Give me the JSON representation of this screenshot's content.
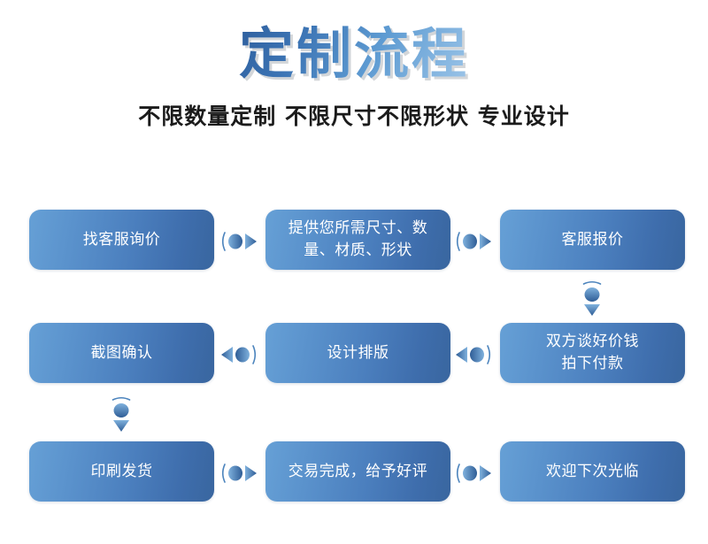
{
  "header": {
    "title": "定制流程",
    "subtitle": "不限数量定制 不限尺寸不限形状 专业设计"
  },
  "colors": {
    "title_gradient_dark": "#2e5f9e",
    "title_gradient_light": "#9cc4e8",
    "node_gradient_light": "#66a0d6",
    "node_gradient_dark": "#39669f",
    "connector_dark": "#2f5d96",
    "connector_light": "#7fb1dd",
    "node_text": "#ffffff",
    "subtitle_text": "#1b1b1b",
    "background": "#ffffff"
  },
  "flow": {
    "nodes": [
      {
        "id": "n1",
        "label": "找客服询价",
        "row": 1,
        "col": 1
      },
      {
        "id": "n2",
        "label": "提供您所需尺寸、数\n量、材质、形状",
        "row": 1,
        "col": 2
      },
      {
        "id": "n3",
        "label": "客服报价",
        "row": 1,
        "col": 3
      },
      {
        "id": "n4",
        "label": "截图确认",
        "row": 2,
        "col": 1
      },
      {
        "id": "n5",
        "label": "设计排版",
        "row": 2,
        "col": 2
      },
      {
        "id": "n6",
        "label": "双方谈好价钱\n拍下付款",
        "row": 2,
        "col": 3
      },
      {
        "id": "n7",
        "label": "印刷发货",
        "row": 3,
        "col": 1
      },
      {
        "id": "n8",
        "label": "交易完成，给予好评",
        "row": 3,
        "col": 2
      },
      {
        "id": "n9",
        "label": "欢迎下次光临",
        "row": 3,
        "col": 3
      }
    ],
    "connectors": [
      {
        "id": "c1",
        "from": "n1",
        "to": "n2",
        "direction": "right",
        "icon": "arrow-right-icon"
      },
      {
        "id": "c2",
        "from": "n2",
        "to": "n3",
        "direction": "right",
        "icon": "arrow-right-icon"
      },
      {
        "id": "c3",
        "from": "n3",
        "to": "n6",
        "direction": "down",
        "icon": "arrow-down-icon"
      },
      {
        "id": "c4",
        "from": "n6",
        "to": "n5",
        "direction": "left",
        "icon": "arrow-left-icon"
      },
      {
        "id": "c5",
        "from": "n5",
        "to": "n4",
        "direction": "left",
        "icon": "arrow-left-icon"
      },
      {
        "id": "c6",
        "from": "n4",
        "to": "n7",
        "direction": "down",
        "icon": "arrow-down-icon"
      },
      {
        "id": "c7",
        "from": "n7",
        "to": "n8",
        "direction": "right",
        "icon": "arrow-right-icon"
      },
      {
        "id": "c8",
        "from": "n8",
        "to": "n9",
        "direction": "right",
        "icon": "arrow-right-icon"
      }
    ]
  }
}
